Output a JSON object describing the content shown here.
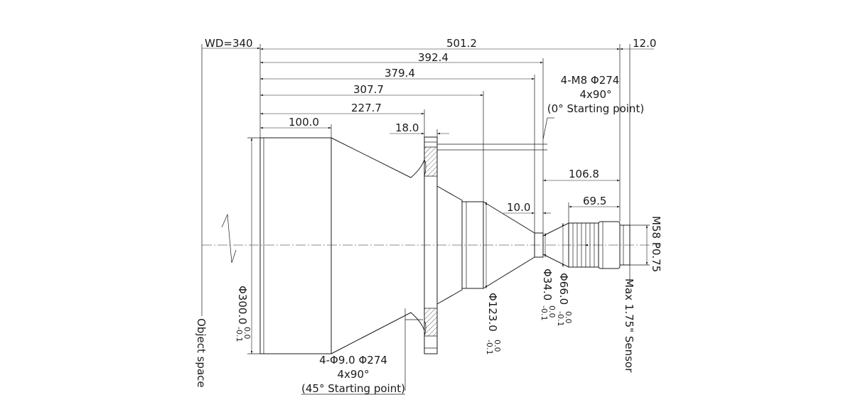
{
  "dimensions": {
    "wd": "WD=340",
    "total_length": "501.2",
    "len_392": "392.4",
    "len_379": "379.4",
    "len_307": "307.7",
    "len_227": "227.7",
    "len_100": "100.0",
    "flange_thickness": "18.0",
    "back_focal": "12.0",
    "len_106": "106.8",
    "len_69": "69.5",
    "len_10": "10.0",
    "dia_300": "Φ300.0",
    "dia_123": "Φ123.0",
    "dia_34": "Φ34.0",
    "dia_66": "Φ66.0",
    "tol_upper": "0.0",
    "tol_lower": "-0.1",
    "thread": "M58 P0.75"
  },
  "notes": {
    "top_mount": {
      "line1": "4-M8 Φ274",
      "line2": "4x90°",
      "line3": "(0° Starting point)"
    },
    "bottom_mount": {
      "line1": "4-Φ9.0 Φ274",
      "line2": "4x90°",
      "line3": "(45° Starting point)"
    },
    "object_space": "Object space",
    "sensor": "Max 1.75\" Sensor"
  }
}
